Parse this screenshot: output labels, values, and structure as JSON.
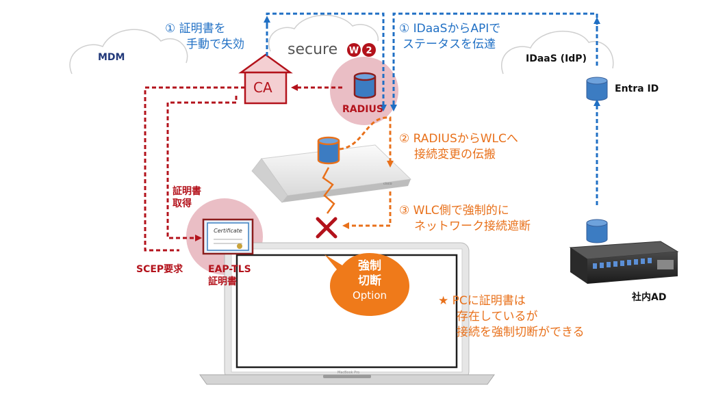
{
  "steps": {
    "step1": {
      "line1": "① 証明書を",
      "line2": "手動で失効"
    },
    "step1b": {
      "line1": "① IDaaSからAPIで",
      "line2": "ステータスを伝達"
    },
    "step2": {
      "line1": "② RADIUSからWLCへ",
      "line2": "接続変更の伝搬"
    },
    "step3": {
      "line1": "③ WLC側で強制的に",
      "line2": "ネットワーク接続遮断"
    }
  },
  "nodes": {
    "mdm": "MDM",
    "secure": "secure",
    "w2_w": "W",
    "w2_2": "2",
    "ca": "CA",
    "radius": "RADIUS",
    "idaas": "IDaaS (IdP)",
    "entra": "Entra ID",
    "ad": "社内AD",
    "cert_get_1": "証明書",
    "cert_get_2": "取得",
    "scep": "SCEP要求",
    "eaptls_1": "EAP-TLS",
    "eaptls_2": "証明書",
    "cert_script": "Certificate"
  },
  "bubble": {
    "line1": "強制",
    "line2": "切断",
    "line3": "Option"
  },
  "note": {
    "line1": "★ PCに証明書は",
    "line2": "存在しているが",
    "line3": "接続を強制切断ができる"
  },
  "colors": {
    "blue": "#1f6fc4",
    "red": "#b3121b",
    "orange": "#e8701a",
    "pink": "#e6b3bb"
  }
}
